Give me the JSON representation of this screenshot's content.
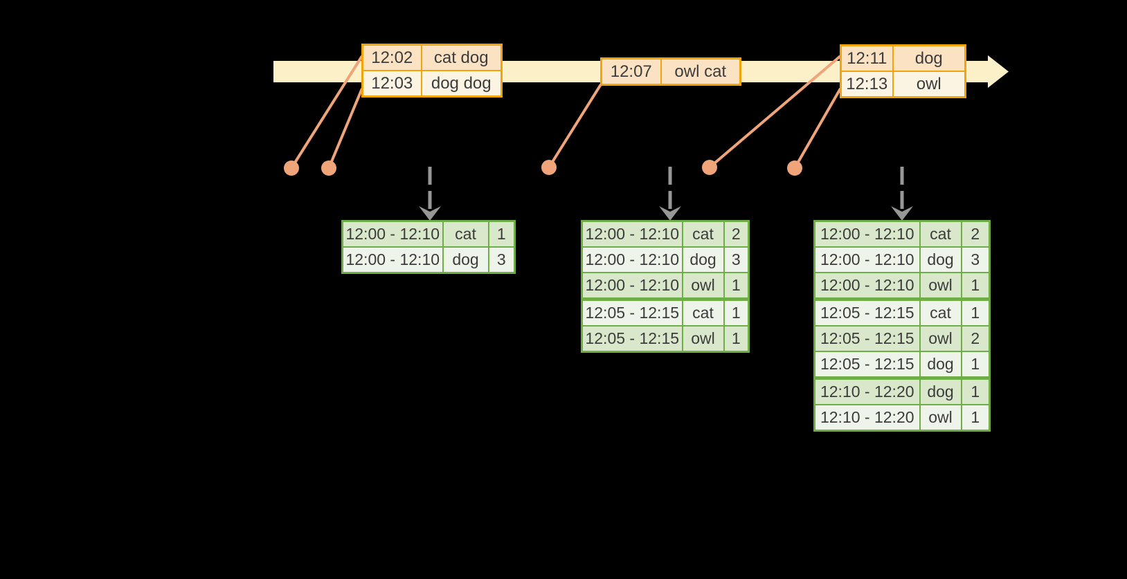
{
  "diagram": {
    "type": "windowed-streaming-aggregation-diagram",
    "timeline": {
      "icon": "right-arrow-band"
    },
    "connector_icons": {
      "dot": "event-dot",
      "arrow": "dashed-down-arrow"
    }
  },
  "events": {
    "t1": {
      "rows": [
        {
          "time": "12:02",
          "words": "cat dog"
        },
        {
          "time": "12:03",
          "words": "dog dog"
        }
      ]
    },
    "t2": {
      "rows": [
        {
          "time": "12:07",
          "words": "owl cat"
        }
      ]
    },
    "t3": {
      "rows": [
        {
          "time": "12:11",
          "words": "dog"
        },
        {
          "time": "12:13",
          "words": "owl"
        }
      ]
    }
  },
  "results": {
    "t1": {
      "rows": [
        [
          "12:00 - 12:10",
          "cat",
          "1"
        ],
        [
          "12:00 - 12:10",
          "dog",
          "3"
        ]
      ]
    },
    "t2": {
      "rows": [
        [
          "12:00 - 12:10",
          "cat",
          "2"
        ],
        [
          "12:00 - 12:10",
          "dog",
          "3"
        ],
        [
          "12:00 - 12:10",
          "owl",
          "1"
        ],
        [
          "12:05 - 12:15",
          "cat",
          "1"
        ],
        [
          "12:05 - 12:15",
          "owl",
          "1"
        ]
      ]
    },
    "t3": {
      "rows": [
        [
          "12:00 - 12:10",
          "cat",
          "2"
        ],
        [
          "12:00 - 12:10",
          "dog",
          "3"
        ],
        [
          "12:00 - 12:10",
          "owl",
          "1"
        ],
        [
          "12:05 - 12:15",
          "cat",
          "1"
        ],
        [
          "12:05 - 12:15",
          "owl",
          "2"
        ],
        [
          "12:05 - 12:15",
          "dog",
          "1"
        ],
        [
          "12:10 - 12:20",
          "dog",
          "1"
        ],
        [
          "12:10 - 12:20",
          "owl",
          "1"
        ]
      ]
    }
  },
  "colors": {
    "background": "#000000",
    "band": "#FBF0C7",
    "gold": "#F1A50B",
    "peach": "#FAE2C3",
    "cream": "#FCF4E3",
    "connector": "#F0A479",
    "arrow_gray": "#979797",
    "green": "#6FAE46",
    "green_row_dark": "#D9E7CB",
    "green_row_light": "#EFF4EA",
    "text": "#3C3C3C"
  }
}
